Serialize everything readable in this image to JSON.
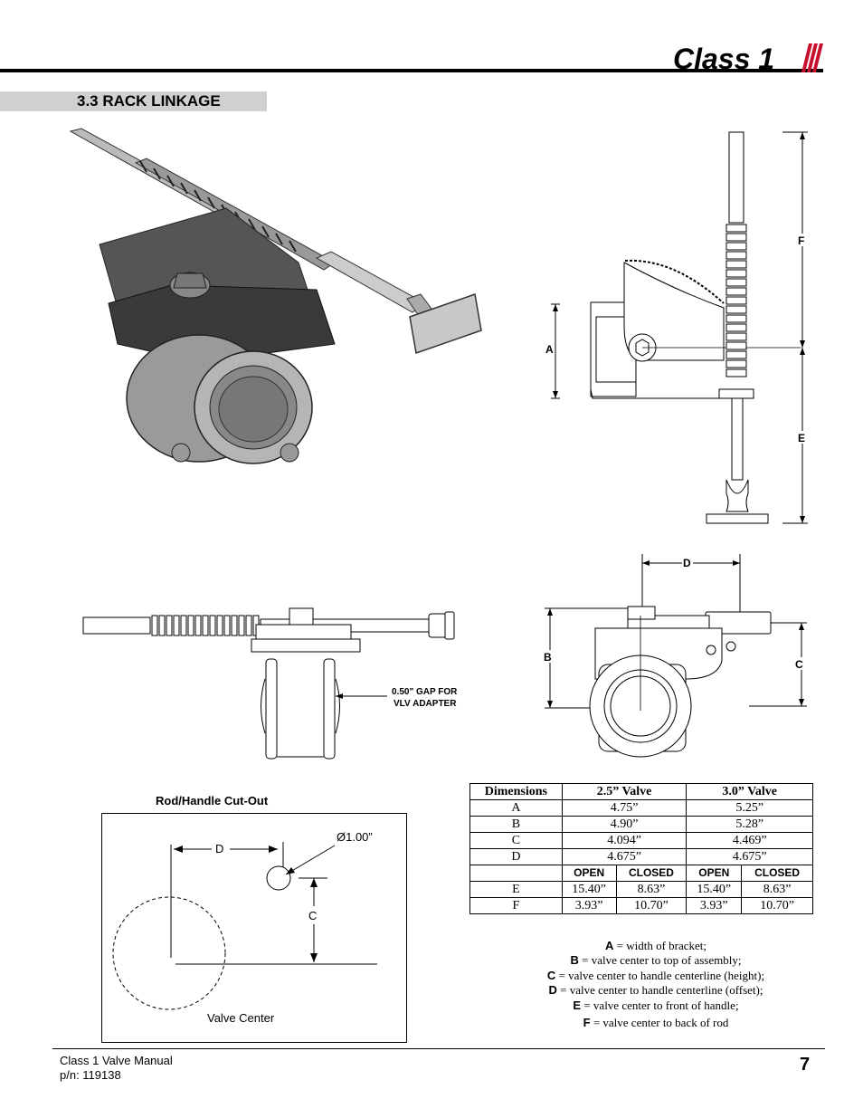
{
  "header": {
    "logo_text": "Class 1",
    "section_title": "3.3 RACK LINKAGE"
  },
  "colors": {
    "section_bar": "#d0d0d0",
    "logo_accent": "#c8102e"
  },
  "side_view": {
    "labels": [
      "A",
      "F",
      "E"
    ]
  },
  "front_view": {
    "labels": [
      "D",
      "B",
      "C"
    ]
  },
  "top_view": {
    "annotation_line1": "0.50\" GAP FOR",
    "annotation_line2": "VLV ADAPTER"
  },
  "cutout": {
    "title": "Rod/Handle Cut-Out",
    "diameter_label": "Ø1.00”",
    "label_d": "D",
    "label_c": "C",
    "valve_center_label": "Valve Center"
  },
  "dimensions_table": {
    "header": [
      "Dimensions",
      "2.5” Valve",
      "3.0” Valve"
    ],
    "rows": [
      [
        "A",
        "4.75”",
        "5.25”"
      ],
      [
        "B",
        "4.90”",
        "5.28”"
      ],
      [
        "C",
        "4.094”",
        "4.469”"
      ],
      [
        "D",
        "4.675”",
        "4.675”"
      ]
    ],
    "subheader": [
      "OPEN",
      "CLOSED",
      "OPEN",
      "CLOSED"
    ],
    "rows_open_closed": [
      [
        "E",
        "15.40”",
        "8.63”",
        "15.40”",
        "8.63”"
      ],
      [
        "F",
        "3.93”",
        "10.70”",
        "3.93”",
        "10.70”"
      ]
    ]
  },
  "legend": [
    {
      "key": "A",
      "text": " = width of bracket;"
    },
    {
      "key": "B",
      "text": " = valve center to top of assembly;"
    },
    {
      "key": "C",
      "text": " = valve center to handle centerline (height);"
    },
    {
      "key": "D",
      "text": " = valve center to handle centerline (offset);"
    },
    {
      "key": "E",
      "text": " = valve center to front of handle;"
    },
    {
      "key": "F",
      "text": " = valve center to back of rod"
    }
  ],
  "footer": {
    "manual_name": "Class 1 Valve Manual",
    "part_number": "p/n: 119138",
    "page_number": "7"
  }
}
